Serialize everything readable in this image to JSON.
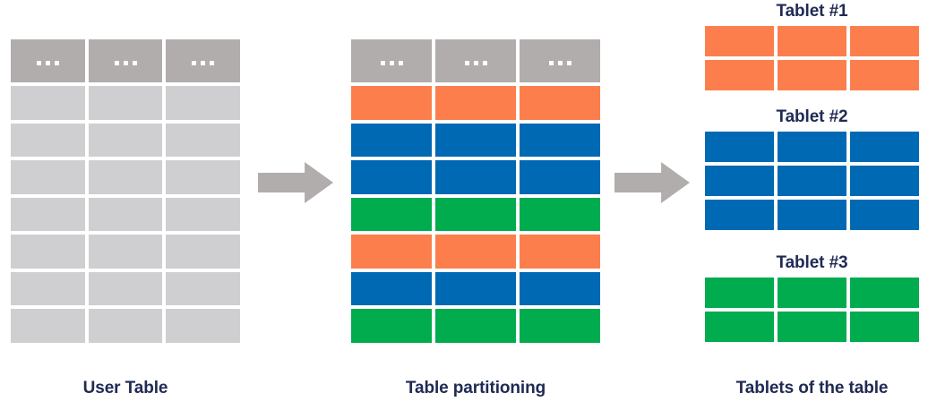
{
  "colors": {
    "header_gray": "#b0adac",
    "cell_gray": "#cfcfd1",
    "orange": "#fd7e4d",
    "blue": "#0069b4",
    "green": "#00ac4e",
    "label_navy": "#202a54",
    "arrow_gray": "#b0adac",
    "background": "#ffffff"
  },
  "diagram": {
    "type": "table-partitioning-flow",
    "columns": 3,
    "header_cell_text": "...",
    "stages": [
      {
        "id": "user-table",
        "caption": "User Table",
        "header_row": {
          "kind": "header",
          "color": "#b0adac",
          "cells": [
            "...",
            "...",
            "..."
          ]
        },
        "rows": [
          {
            "color": "#cfcfd1"
          },
          {
            "color": "#cfcfd1"
          },
          {
            "color": "#cfcfd1"
          },
          {
            "color": "#cfcfd1"
          },
          {
            "color": "#cfcfd1"
          },
          {
            "color": "#cfcfd1"
          },
          {
            "color": "#cfcfd1"
          }
        ]
      },
      {
        "id": "table-partitioning",
        "caption": "Table partitioning",
        "header_row": {
          "kind": "header",
          "color": "#b0adac",
          "cells": [
            "...",
            "...",
            "..."
          ]
        },
        "rows": [
          {
            "color": "#fd7e4d",
            "partition": "Tablet #1"
          },
          {
            "color": "#0069b4",
            "partition": "Tablet #2"
          },
          {
            "color": "#0069b4",
            "partition": "Tablet #2"
          },
          {
            "color": "#00ac4e",
            "partition": "Tablet #3"
          },
          {
            "color": "#fd7e4d",
            "partition": "Tablet #1"
          },
          {
            "color": "#0069b4",
            "partition": "Tablet #2"
          },
          {
            "color": "#00ac4e",
            "partition": "Tablet #3"
          }
        ]
      }
    ],
    "arrows": [
      {
        "id": "arrow-1",
        "direction": "right"
      },
      {
        "id": "arrow-2",
        "direction": "right"
      }
    ],
    "tablets_caption": "Tablets of the table",
    "tablets": [
      {
        "title": "Tablet #1",
        "color": "#fd7e4d",
        "row_count": 2
      },
      {
        "title": "Tablet #2",
        "color": "#0069b4",
        "row_count": 3
      },
      {
        "title": "Tablet #3",
        "color": "#00ac4e",
        "row_count": 2
      }
    ]
  }
}
